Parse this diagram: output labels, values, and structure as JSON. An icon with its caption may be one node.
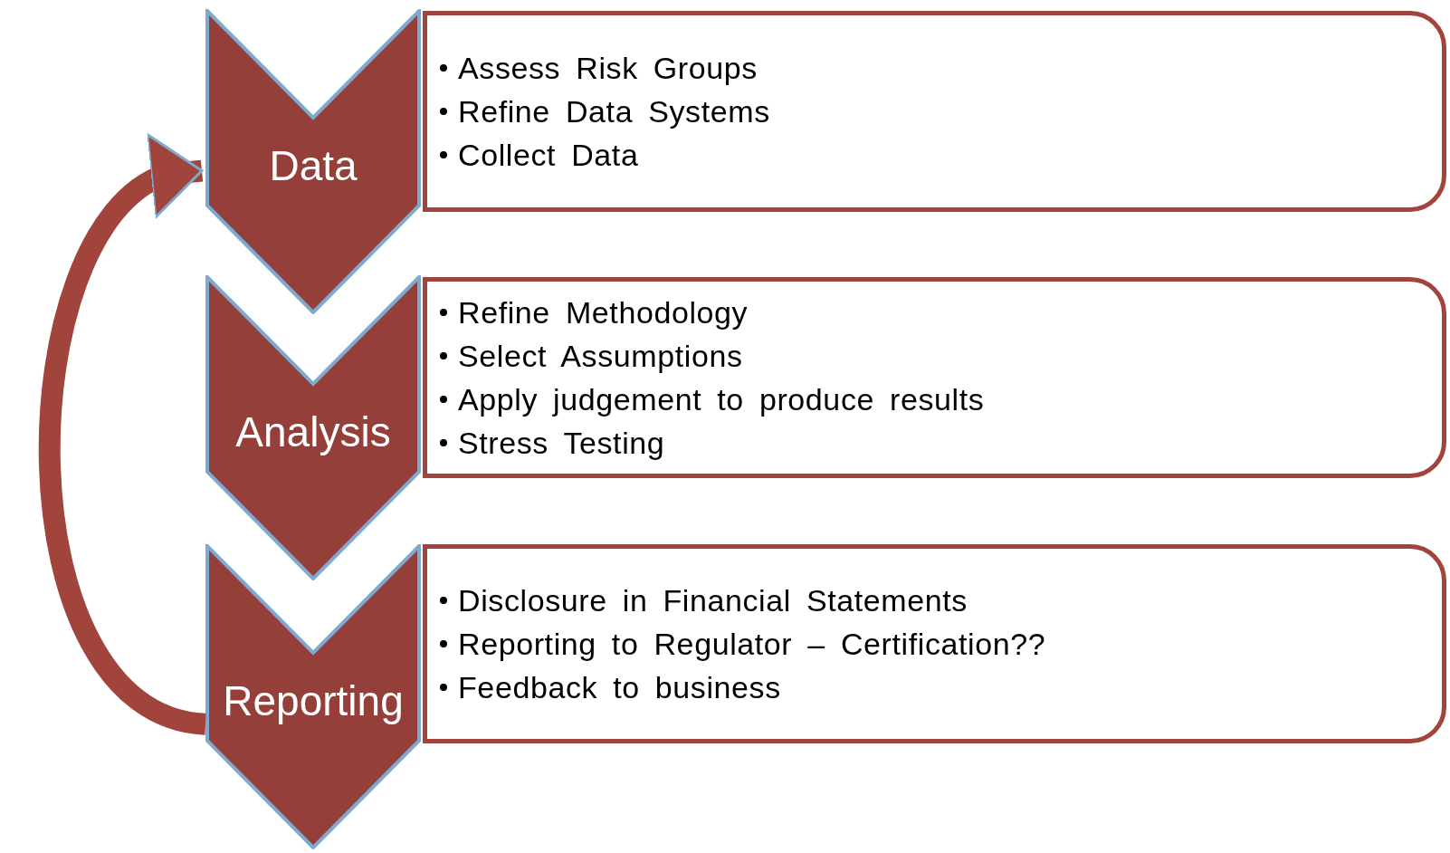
{
  "diagram": {
    "nodes": [
      {
        "text": [
          "Data"
        ]
      },
      {
        "text": [
          "Assess Risk Groups",
          "Refine Data Systems",
          "Collect Data"
        ]
      },
      {
        "text": [
          "Analysis"
        ]
      },
      {
        "text": [
          "Refine Methodology",
          "Select Assumptions",
          "Apply judgement to produce results",
          "Stress Testing"
        ]
      },
      {
        "text": [
          "Reporting"
        ]
      },
      {
        "text": [
          "Disclosure in Financial Statements",
          "Reporting to Regulator – Certification??",
          "Feedback to business"
        ]
      }
    ],
    "edges": [
      {
        "from": 4,
        "to": 0,
        "arrow": "to"
      }
    ]
  }
}
